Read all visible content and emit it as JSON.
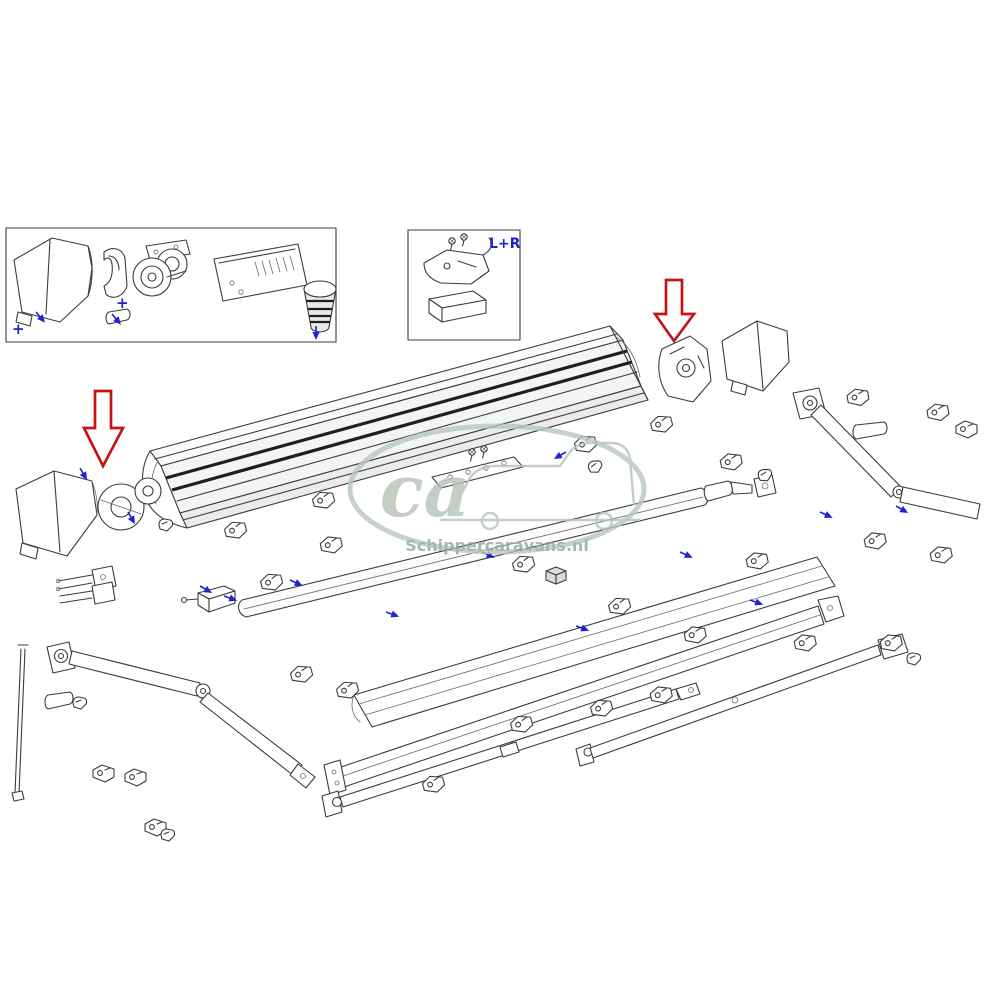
{
  "diagram": {
    "kind": "exploded-parts-diagram",
    "background_color": "#ffffff",
    "line_color": "#3c3c3c",
    "annotations": {
      "lr_label": "L+R",
      "plus_label": "+",
      "red_arrow_color": "#c41414",
      "blue_mark_color": "#2121d0"
    },
    "watermark": {
      "logo_text": "ca",
      "site_text": "Schippercaravans.nl",
      "color": "#a9bdb2"
    }
  }
}
